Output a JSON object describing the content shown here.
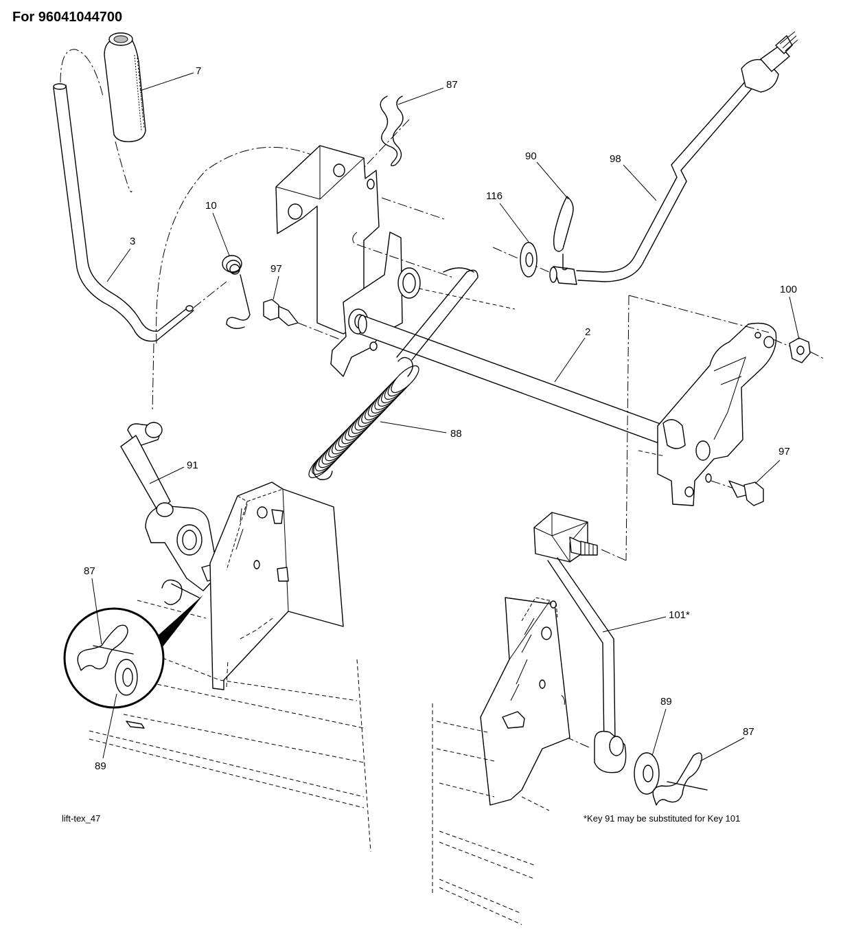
{
  "header": {
    "title": "For 96041044700"
  },
  "callouts": [
    {
      "id": "c7",
      "text": "7"
    },
    {
      "id": "c87a",
      "text": "87"
    },
    {
      "id": "c90",
      "text": "90"
    },
    {
      "id": "c98",
      "text": "98"
    },
    {
      "id": "c116",
      "text": "116"
    },
    {
      "id": "c10",
      "text": "10"
    },
    {
      "id": "c3",
      "text": "3"
    },
    {
      "id": "c97a",
      "text": "97"
    },
    {
      "id": "c100",
      "text": "100"
    },
    {
      "id": "c2",
      "text": "2"
    },
    {
      "id": "c88",
      "text": "88"
    },
    {
      "id": "c97b",
      "text": "97"
    },
    {
      "id": "c91",
      "text": "91"
    },
    {
      "id": "c87b",
      "text": "87"
    },
    {
      "id": "c89a",
      "text": "89"
    },
    {
      "id": "c101",
      "text": "101*"
    },
    {
      "id": "c89b",
      "text": "89"
    },
    {
      "id": "c87c",
      "text": "87"
    }
  ],
  "figure_code": "lift-tex_47",
  "footnote": "*Key 91 may be substituted for Key 101"
}
